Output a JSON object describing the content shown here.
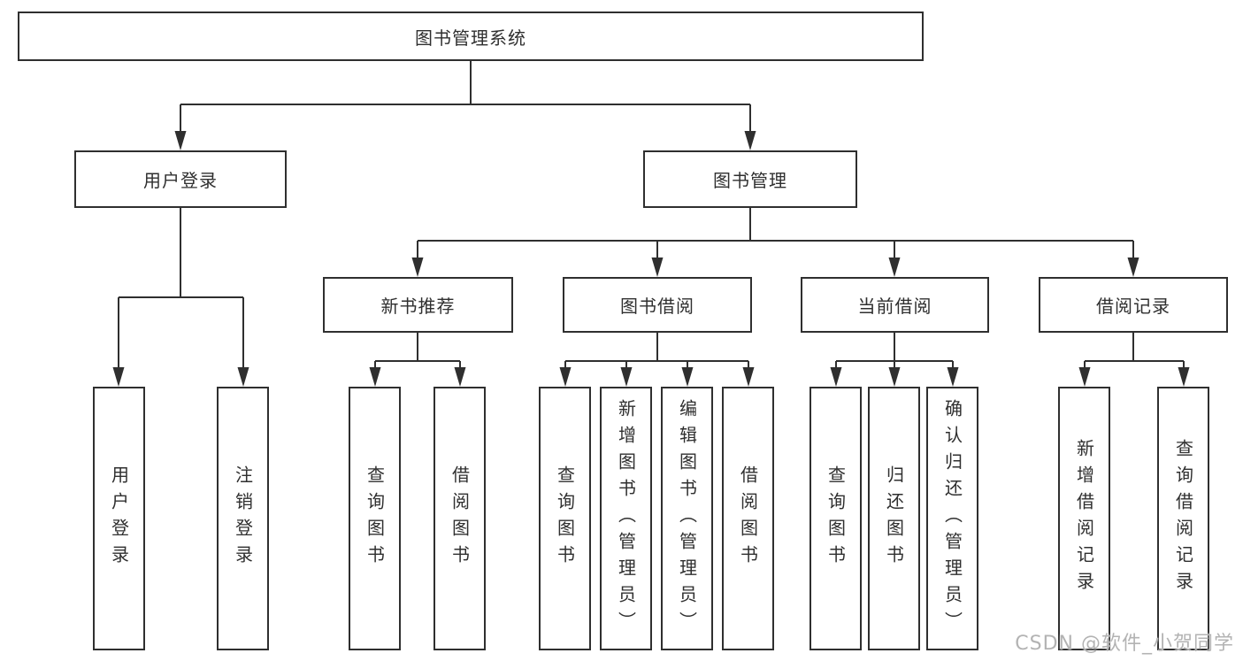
{
  "tree": {
    "label": "图书管理系统",
    "children": [
      {
        "label": "用户登录",
        "children": [
          {
            "label": "用户登录"
          },
          {
            "label": "注销登录"
          }
        ]
      },
      {
        "label": "图书管理",
        "children": [
          {
            "label": "新书推荐",
            "children": [
              {
                "label": "查询图书"
              },
              {
                "label": "借阅图书"
              }
            ]
          },
          {
            "label": "图书借阅",
            "children": [
              {
                "label": "查询图书"
              },
              {
                "label": "新增图书（管理员）"
              },
              {
                "label": "编辑图书（管理员）"
              },
              {
                "label": "借阅图书"
              }
            ]
          },
          {
            "label": "当前借阅",
            "children": [
              {
                "label": "查询图书"
              },
              {
                "label": "归还图书"
              },
              {
                "label": "确认归还（管理员）"
              }
            ]
          },
          {
            "label": "借阅记录",
            "children": [
              {
                "label": "新增借阅记录"
              },
              {
                "label": "查询借阅记录"
              }
            ]
          }
        ]
      }
    ]
  },
  "watermark": {
    "text": "CSDN @软件_小贺同学"
  },
  "colors": {
    "line": "#2f2f2f",
    "text": "#2f2f2f",
    "watermark": "#b3b3b3",
    "background": "#ffffff"
  }
}
